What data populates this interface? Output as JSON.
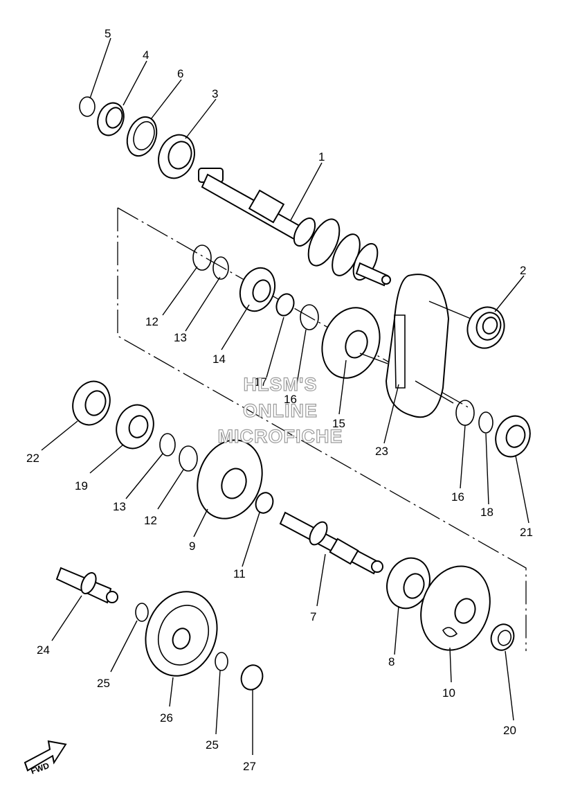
{
  "watermark": {
    "line1": "HLSM'S",
    "line2": "ONLINE",
    "line3": "MICROFICHE"
  },
  "fwd_label": "FWD",
  "callouts": [
    "1",
    "2",
    "3",
    "4",
    "5",
    "6",
    "7",
    "8",
    "9",
    "10",
    "11",
    "12",
    "12",
    "13",
    "13",
    "14",
    "15",
    "16",
    "16",
    "17",
    "18",
    "19",
    "20",
    "21",
    "22",
    "23",
    "24",
    "25",
    "25",
    "26",
    "27"
  ],
  "colors": {
    "line": "#000000",
    "background": "#ffffff",
    "watermark_outline": "#9a9a9a"
  }
}
